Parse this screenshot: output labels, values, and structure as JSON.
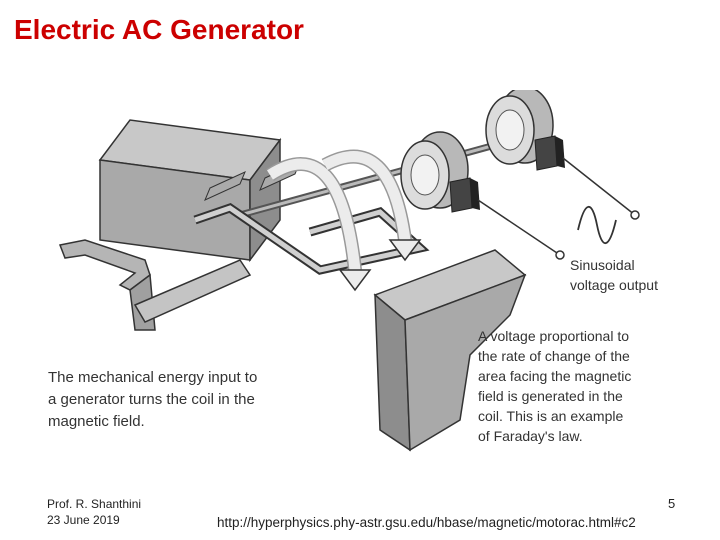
{
  "slide": {
    "title": "Electric AC Generator",
    "author": "Prof. R. Shanthini",
    "date": "23 June 2019",
    "page_number": "5",
    "source_url": "http://hyperphysics.phy-astr.gsu.edu/hbase/magnetic/motorac.html#c2"
  },
  "diagram": {
    "label_output_line1": "Sinusoidal",
    "label_output_line2": "voltage output",
    "caption_left": [
      "The mechanical energy input to",
      "a generator turns the coil in the",
      "magnetic field."
    ],
    "caption_right": [
      "A voltage proportional to",
      "the rate of change of the",
      "area facing the magnetic",
      "field is generated in the",
      "coil. This is an example",
      "of Faraday's law."
    ]
  }
}
